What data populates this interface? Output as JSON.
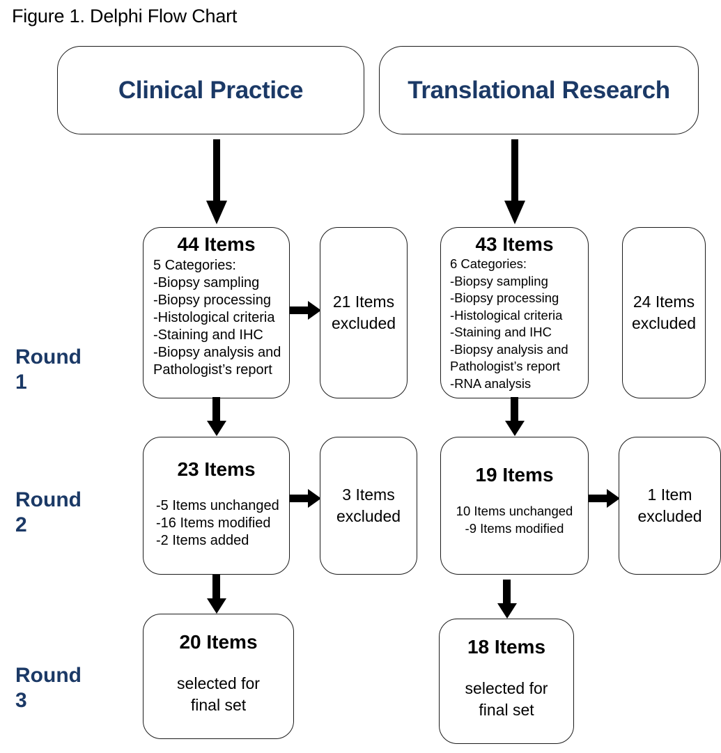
{
  "figure": {
    "title": "Figure 1. Delphi Flow Chart",
    "accent_color": "#1b3966",
    "line_color": "#1a1a1a",
    "background": "#ffffff"
  },
  "rounds": [
    {
      "label": "Round\n1"
    },
    {
      "label": "Round\n2"
    },
    {
      "label": "Round\n3"
    }
  ],
  "columns": {
    "clinical": {
      "header": "Clinical Practice",
      "round1": {
        "count": "44 Items",
        "categories_heading": "5 Categories:",
        "categories": "-Biopsy sampling\n-Biopsy processing\n-Histological criteria\n-Staining and IHC\n-Biopsy analysis and\nPathologist’s report",
        "excluded": "21 Items\nexcluded"
      },
      "round2": {
        "count": "23 Items",
        "details": "-5 Items unchanged\n-16 Items modified\n-2 Items added",
        "excluded": "3 Items\nexcluded"
      },
      "round3": {
        "count": "20 Items",
        "note": "selected for\nfinal set"
      }
    },
    "translational": {
      "header": "Translational Research",
      "round1": {
        "count": "43 Items",
        "categories_heading": "6 Categories:",
        "categories": "-Biopsy sampling\n-Biopsy processing\n-Histological criteria\n-Staining and IHC\n-Biopsy analysis and\nPathologist’s report\n-RNA analysis",
        "excluded": "24 Items\nexcluded"
      },
      "round2": {
        "count": "19 Items",
        "details": "10 Items unchanged\n-9 Items modified",
        "excluded": "1 Item\nexcluded"
      },
      "round3": {
        "count": "18 Items",
        "note": "selected for\nfinal set"
      }
    }
  }
}
